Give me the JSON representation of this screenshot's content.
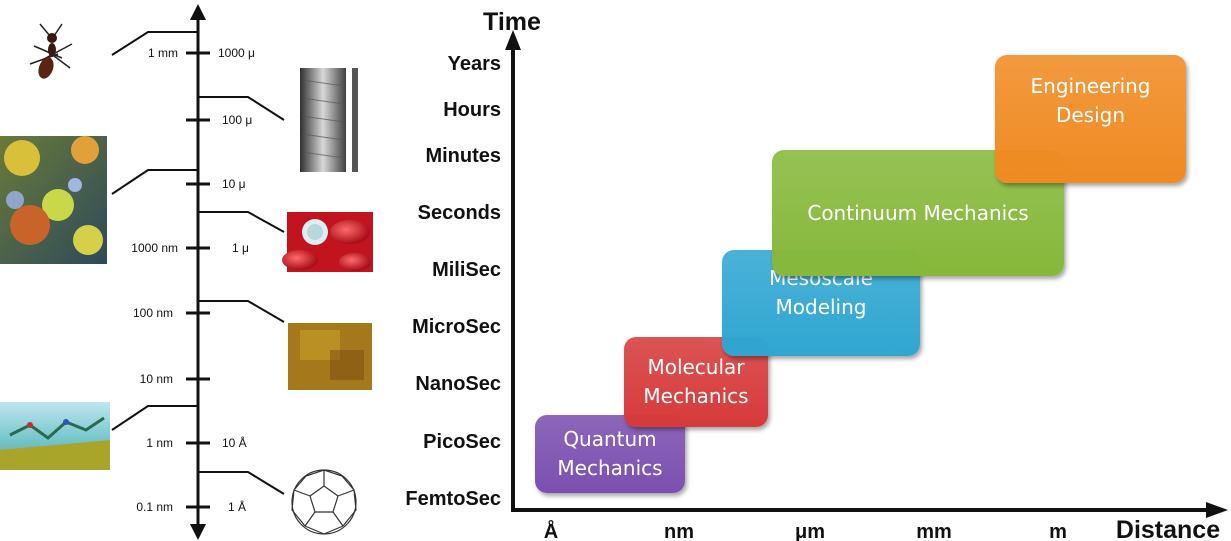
{
  "scale_bar": {
    "left_labels": [
      "1 mm",
      "1000 nm",
      "100 nm",
      "10 nm",
      "1 nm",
      "0.1 nm"
    ],
    "right_labels": [
      "1000 μ",
      "100 μ",
      "10 μ",
      "1 μ",
      "10 Å",
      "1 Å"
    ]
  },
  "images": {
    "ant": "ant-picture",
    "fiber": "fiber-picture",
    "pollen": "pollen-picture",
    "blood_cells": "blood-cells-picture",
    "surface": "surface-texture-picture",
    "molecule": "molecule-surface-picture",
    "buckyball": "buckyball-picture"
  },
  "graph": {
    "y_title": "Time",
    "x_title": "Distance",
    "y_ticks": [
      "Years",
      "Hours",
      "Minutes",
      "Seconds",
      "MiliSec",
      "MicroSec",
      "NanoSec",
      "PicoSec",
      "FemtoSec"
    ],
    "x_ticks": [
      "Å",
      "nm",
      "μm",
      "mm",
      "m"
    ]
  },
  "boxes": [
    {
      "label": "Quantum\nMechanics",
      "color": "#7b4fb0"
    },
    {
      "label": "Molecular\nMechanics",
      "color": "#d63a3a"
    },
    {
      "label": "Mesoscale\nModeling",
      "color": "#2fa6d1"
    },
    {
      "label": "Continuum Mechanics",
      "color": "#86b83a"
    },
    {
      "label": "Engineering\nDesign",
      "color": "#f08a22"
    }
  ]
}
